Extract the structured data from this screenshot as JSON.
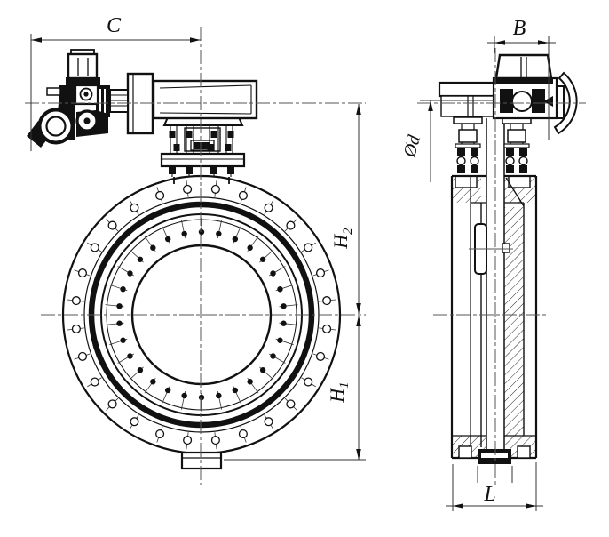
{
  "drawing": {
    "dimensions": {
      "c": {
        "label": "C"
      },
      "b": {
        "label": "B"
      },
      "h2": {
        "label": "H",
        "sub": "2"
      },
      "h1": {
        "label": "H",
        "sub": "1"
      },
      "l": {
        "label": "L"
      },
      "shaft_dia": {
        "label": "Ød"
      }
    },
    "front_view": {
      "bolt_hole_count": 28,
      "disc_pin_count": 30
    },
    "colors": {
      "line": "#111111",
      "thin_line": "#444444",
      "background": "#ffffff"
    }
  }
}
